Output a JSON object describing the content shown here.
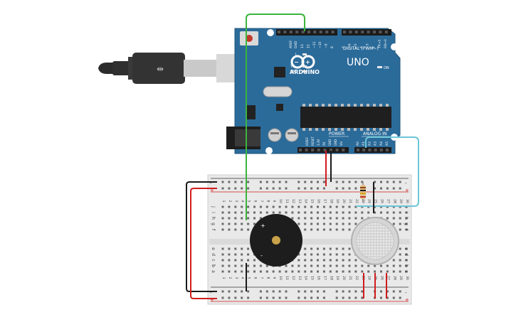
{
  "board": {
    "brand": "ARDUINO",
    "model": "UNO",
    "digital_header": "DIGITAL (PWM~)",
    "power_header": "POWER",
    "analog_header": "ANALOG IN",
    "on_led": "ON",
    "tx_led": "TX",
    "rx_led": "RX",
    "l_led": "L",
    "aref": "AREF",
    "gnd": "GND",
    "digital_pins": [
      "13",
      "12",
      "~11",
      "~10",
      "~9",
      "8",
      "7",
      "~6",
      "~5",
      "4",
      "~3",
      "2",
      "TX→1",
      "RX←0"
    ],
    "power_pins": [
      "IOREF",
      "RESET",
      "3.3V",
      "5V",
      "GND",
      "GND",
      "Vin"
    ],
    "analog_pins": [
      "A0",
      "A1",
      "A2",
      "A3",
      "A4",
      "A5"
    ],
    "color": "#2b6b9a"
  },
  "breadboard": {
    "row_letters_top": [
      "j",
      "i",
      "h",
      "g",
      "f"
    ],
    "row_letters_bottom": [
      "e",
      "d",
      "c",
      "b",
      "a"
    ],
    "column_count": 30,
    "rail_minus": "-",
    "rail_plus": "+"
  },
  "components": {
    "buzzer_plus": "+",
    "buzzer_minus": "-"
  },
  "wire_colors": {
    "green": "#3cb43c",
    "red": "#d11d1d",
    "black": "#1a1a1a",
    "cyan": "#6cc6d6"
  }
}
